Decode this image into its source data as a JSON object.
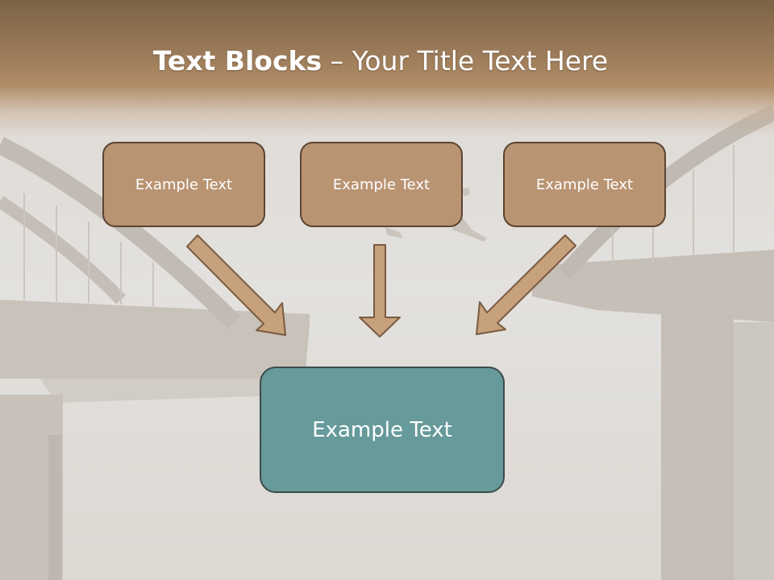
{
  "slide": {
    "title_bold": "Text Blocks",
    "title_separator": " – ",
    "title_rest": "Your Title Text Here"
  },
  "boxes": {
    "top": [
      {
        "label": "Example Text"
      },
      {
        "label": "Example Text"
      },
      {
        "label": "Example Text"
      }
    ],
    "bottom": {
      "label": "Example Text"
    }
  },
  "colors": {
    "header": "#9a7a58",
    "small_box_fill": "#b99472",
    "small_box_border": "#5b4431",
    "big_box_fill": "#679a9a",
    "big_box_border": "#3d4c4c",
    "arrow_fill": "#c7a07c",
    "arrow_stroke": "#7a5b40"
  }
}
